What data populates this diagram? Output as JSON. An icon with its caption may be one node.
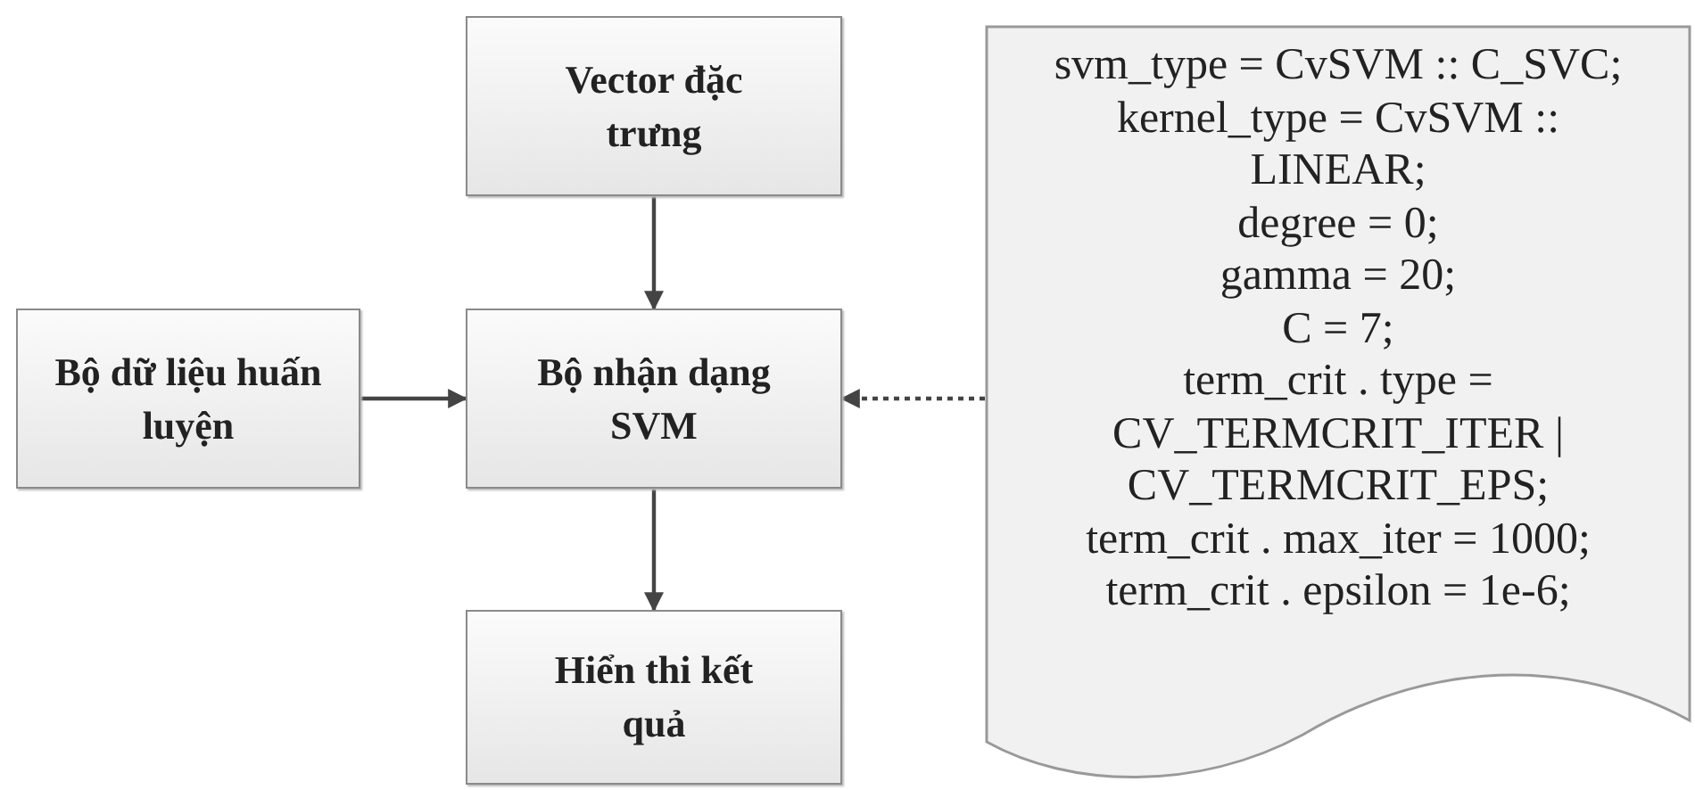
{
  "diagram": {
    "nodes": [
      {
        "text": [
          "Vector đặc trưng"
        ]
      },
      {
        "text": [
          "Bộ dữ liệu huấn luyện"
        ]
      },
      {
        "text": [
          "Bộ nhận dạng SVM"
        ]
      },
      {
        "text": [
          "Hiển thi kết quả"
        ]
      },
      {
        "text": [
          "svm_type = CvSVM :: C_SVC;",
          "kernel_type = CvSVM :: LINEAR;",
          "degree = 0;",
          "gamma = 20;",
          "C = 7;",
          "term_crit . type = CV_TERMCRIT_ITER | CV_TERMCRIT_EPS;",
          "term_crit . max_iter = 1000;",
          "term_crit . epsilon = 1e-6;"
        ]
      }
    ],
    "edges": [
      {
        "from": 0,
        "to": 2,
        "arrow": "to"
      },
      {
        "from": 1,
        "to": 2,
        "arrow": "to"
      },
      {
        "from": 4,
        "to": 2,
        "arrow": "to",
        "style": "dashed"
      },
      {
        "from": 2,
        "to": 3,
        "arrow": "to"
      }
    ]
  }
}
